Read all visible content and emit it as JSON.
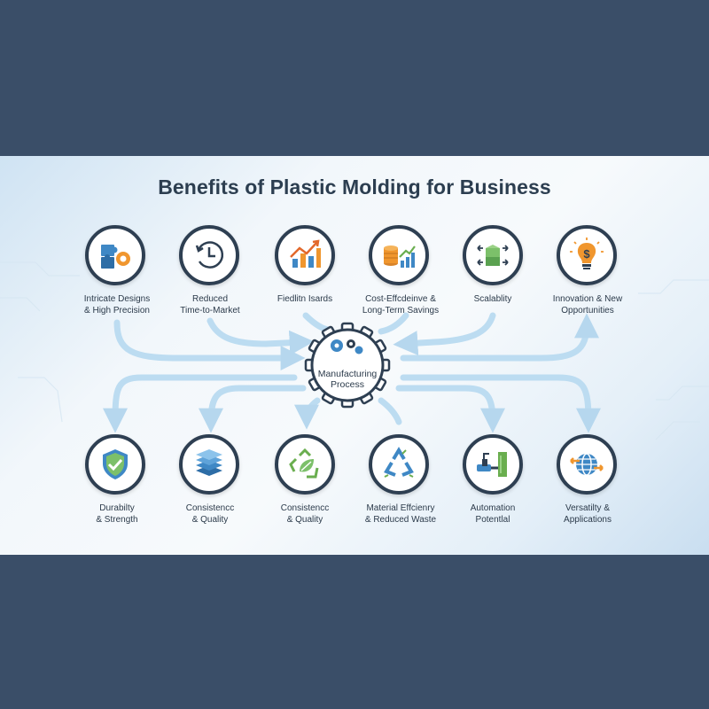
{
  "title": "Benefits of Plastic Molding for Business",
  "center": {
    "line1": "Manufacturing",
    "line2": "Process",
    "icon": "gears-icon"
  },
  "top_benefits": [
    {
      "line1": "Intricate Designs",
      "line2": "& High Precision",
      "icon": "puzzle-gear-icon"
    },
    {
      "line1": "Reduced",
      "line2": "Time-to-Market",
      "icon": "clock-icon"
    },
    {
      "line1": "Fiedlitn Isards",
      "line2": "",
      "icon": "growth-chart-icon"
    },
    {
      "line1": "Cost-Effcdeinve &",
      "line2": "Long-Term Savings",
      "icon": "coins-chart-icon"
    },
    {
      "line1": "Scalablity",
      "line2": "",
      "icon": "scale-boxes-icon"
    },
    {
      "line1": "Innovation & New",
      "line2": "Opportunities",
      "icon": "lightbulb-dollar-icon"
    }
  ],
  "bottom_benefits": [
    {
      "line1": "Durabilty",
      "line2": "& Strength",
      "icon": "shield-check-icon"
    },
    {
      "line1": "Consistencc",
      "line2": "& Quality",
      "icon": "layers-icon"
    },
    {
      "line1": "Consistencc",
      "line2": "& Quality",
      "icon": "recycle-leaf-icon"
    },
    {
      "line1": "Material Effcienry",
      "line2": "& Reduced Waste",
      "icon": "recycle-icon"
    },
    {
      "line1": "Automation",
      "line2": "Potentlal",
      "icon": "robot-arm-icon"
    },
    {
      "line1": "Versatilty &",
      "line2": "Applications",
      "icon": "globe-arrows-icon"
    }
  ],
  "colors": {
    "background": "#3a4e68",
    "node_border": "#2e3f52",
    "arrow": "#bcdcf1",
    "text": "#2b3a4a",
    "accent_blue": "#3f88c5",
    "accent_orange": "#f0962e",
    "accent_green": "#6aae4f"
  }
}
